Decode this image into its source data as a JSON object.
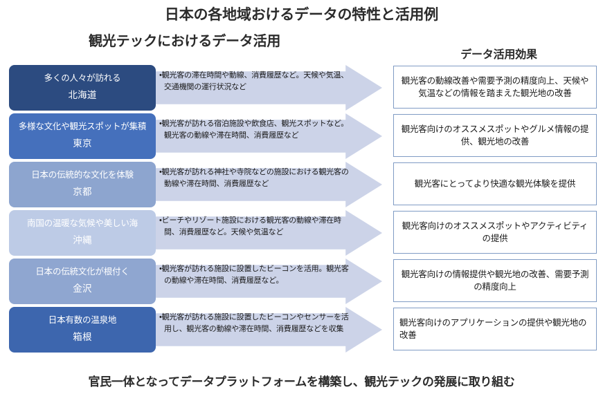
{
  "header": {
    "main_title": "日本の各地域おけるデータの特性と活用例",
    "sub_title": "観光テックにおけるデータ活用",
    "effect_column_title": "データ活用効果"
  },
  "footer": {
    "note": "官民一体となってデータプラットフォームを構築し、観光テックの発展に取り組む"
  },
  "colors": {
    "pill_row1": "#2c4b80",
    "pill_row2": "#4570bc",
    "pill_row3": "#8da5cf",
    "pill_row4": "#bdcbe6",
    "pill_row5": "#8fa6d0",
    "pill_row6": "#3d66ae",
    "arrow_fill": "#ccd3e8",
    "effect_border": "#7f9bc4",
    "text_dark": "#2b2b2b"
  },
  "rows": [
    {
      "region_desc": "多くの人々が訪れる",
      "region_name": "北海道",
      "data_text": "観光客の滞在時間や動線、消費履歴など。天候や気温、交通機関の運行状況など",
      "effect_text": "観光客の動線改善や需要予測の精度向上、天候や気温などの情報を踏まえた観光地の改善",
      "effect_align": "center",
      "pill_color": "#2c4b80"
    },
    {
      "region_desc": "多様な文化や観光スポットが集積",
      "region_name": "東京",
      "data_text": "観光客が訪れる宿泊施設や飲食店、観光スポットなど。観光客の動線や滞在時間、消費履歴など",
      "effect_text": "観光客向けのオススメスポットやグルメ情報の提供、観光地の改善",
      "effect_align": "center",
      "pill_color": "#4570bc"
    },
    {
      "region_desc": "日本の伝統的な文化を体験",
      "region_name": "京都",
      "data_text": "観光客が訪れる神社や寺院などの施設における観光客の動線や滞在時間、消費履歴など",
      "effect_text": "観光客にとってより快適な観光体験を提供",
      "effect_align": "center",
      "pill_color": "#8da5cf"
    },
    {
      "region_desc": "南国の温暖な気候や美しい海",
      "region_name": "沖縄",
      "data_text": "ビーチやリゾート施設における観光客の動線や滞在時間、消費履歴など。天候や気温など",
      "effect_text": "観光客向けのオススメスポットやアクティビティの提供",
      "effect_align": "center",
      "pill_color": "#bdcbe6"
    },
    {
      "region_desc": "日本の伝統文化が根付く",
      "region_name": "金沢",
      "data_text": "観光客が訪れる施設に設置したビーコンを活用。観光客の動線や滞在時間、消費履歴など。",
      "effect_text": "観光客向けの情報提供や観光地の改善、需要予測の精度向上",
      "effect_align": "center",
      "pill_color": "#8fa6d0"
    },
    {
      "region_desc": "日本有数の温泉地",
      "region_name": "箱根",
      "data_text": "観光客が訪れる施設に設置したビーコンやセンサーを活用し、観光客の動線や滞在時間、消費履歴などを収集",
      "effect_text": "観光客向けのアプリケーションの提供や観光地の改善",
      "effect_align": "left",
      "pill_color": "#3d66ae"
    }
  ],
  "icons": {
    "bullet": "•"
  }
}
